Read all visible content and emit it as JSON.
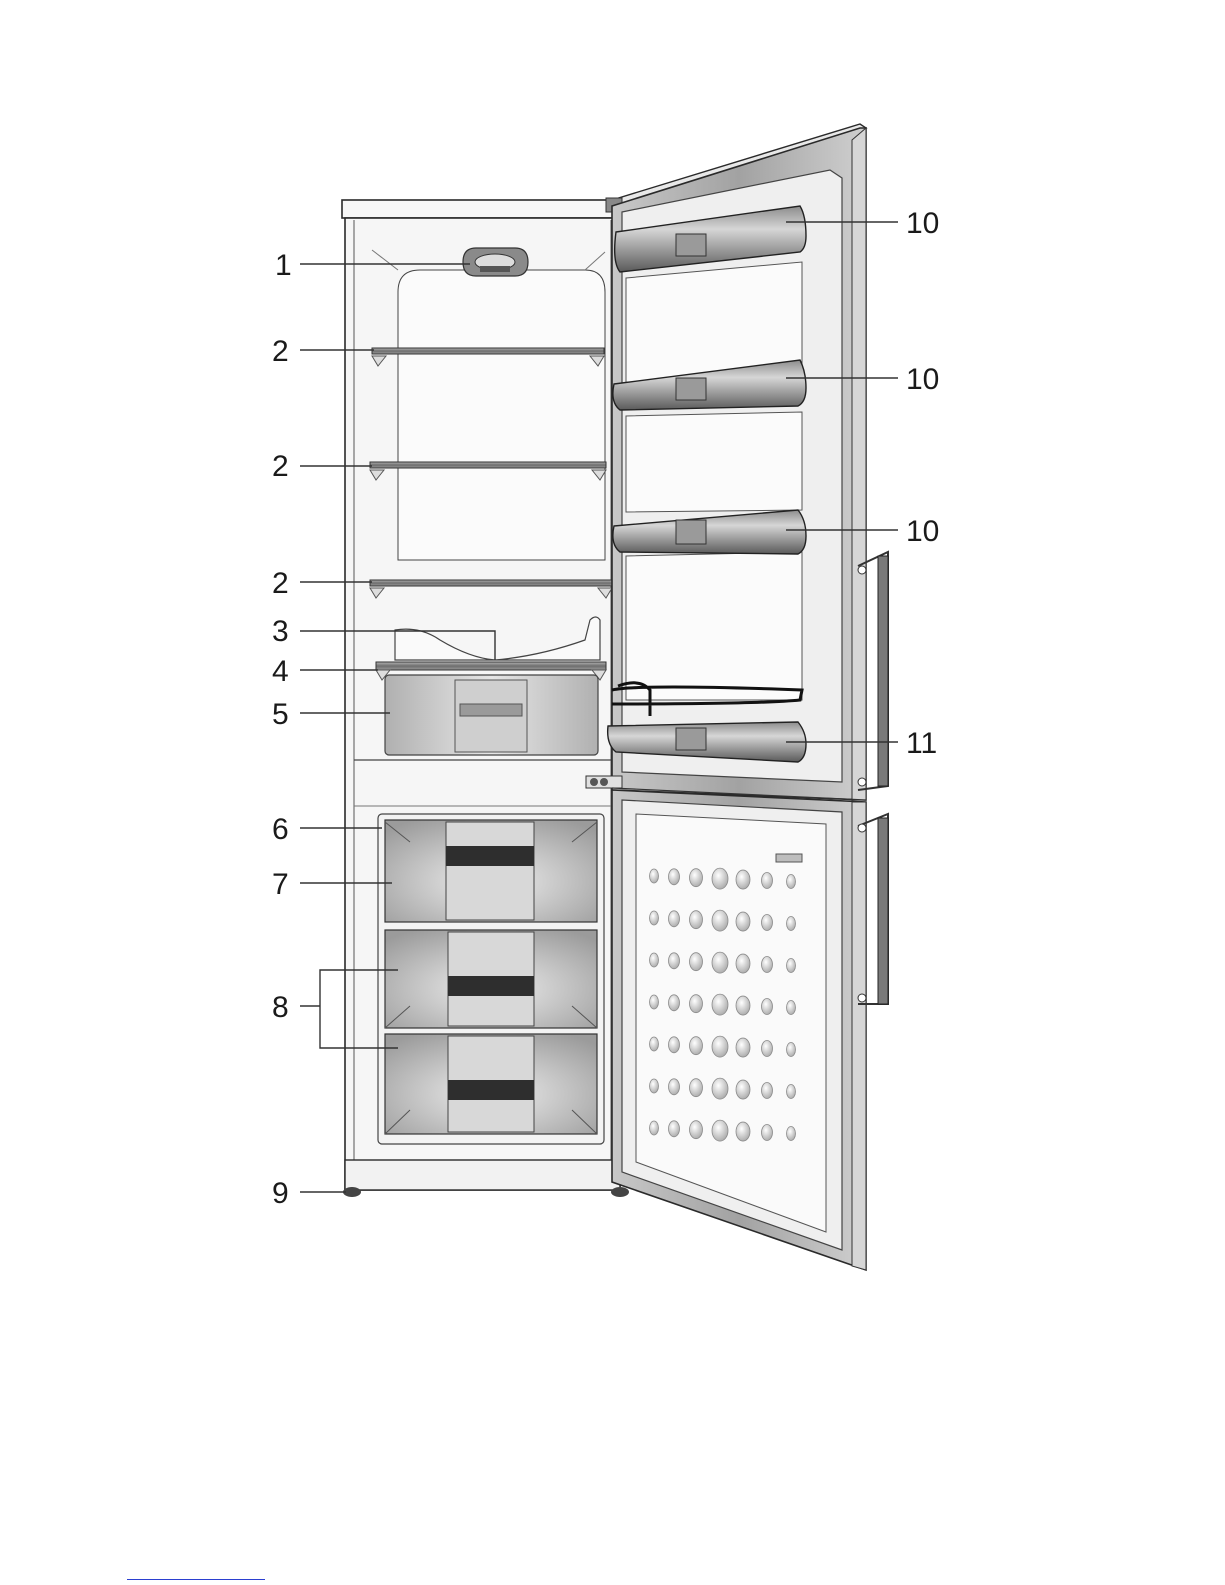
{
  "diagram": {
    "type": "appliance-parts-diagram",
    "subject_icon": "fridge-freezer-icon",
    "callouts": [
      {
        "id": "c1",
        "label": "1"
      },
      {
        "id": "c2a",
        "label": "2"
      },
      {
        "id": "c2b",
        "label": "2"
      },
      {
        "id": "c2c",
        "label": "2"
      },
      {
        "id": "c3",
        "label": "3"
      },
      {
        "id": "c4",
        "label": "4"
      },
      {
        "id": "c5",
        "label": "5"
      },
      {
        "id": "c6",
        "label": "6"
      },
      {
        "id": "c7",
        "label": "7"
      },
      {
        "id": "c8",
        "label": "8"
      },
      {
        "id": "c9",
        "label": "9"
      },
      {
        "id": "c10a",
        "label": "10"
      },
      {
        "id": "c10b",
        "label": "10"
      },
      {
        "id": "c10c",
        "label": "10"
      },
      {
        "id": "c11",
        "label": "11"
      }
    ]
  },
  "colors": {
    "outline": "#2a2a2a",
    "cabinet": "#f4f4f4",
    "door_frame": "#9a9a9a",
    "door_inner": "#f0f0f0",
    "shelf": "#7a7a7a",
    "drawer": "#c8c8c8",
    "drawer_dark": "#2e2e2e",
    "footer_rule": "#2b3fd0"
  }
}
